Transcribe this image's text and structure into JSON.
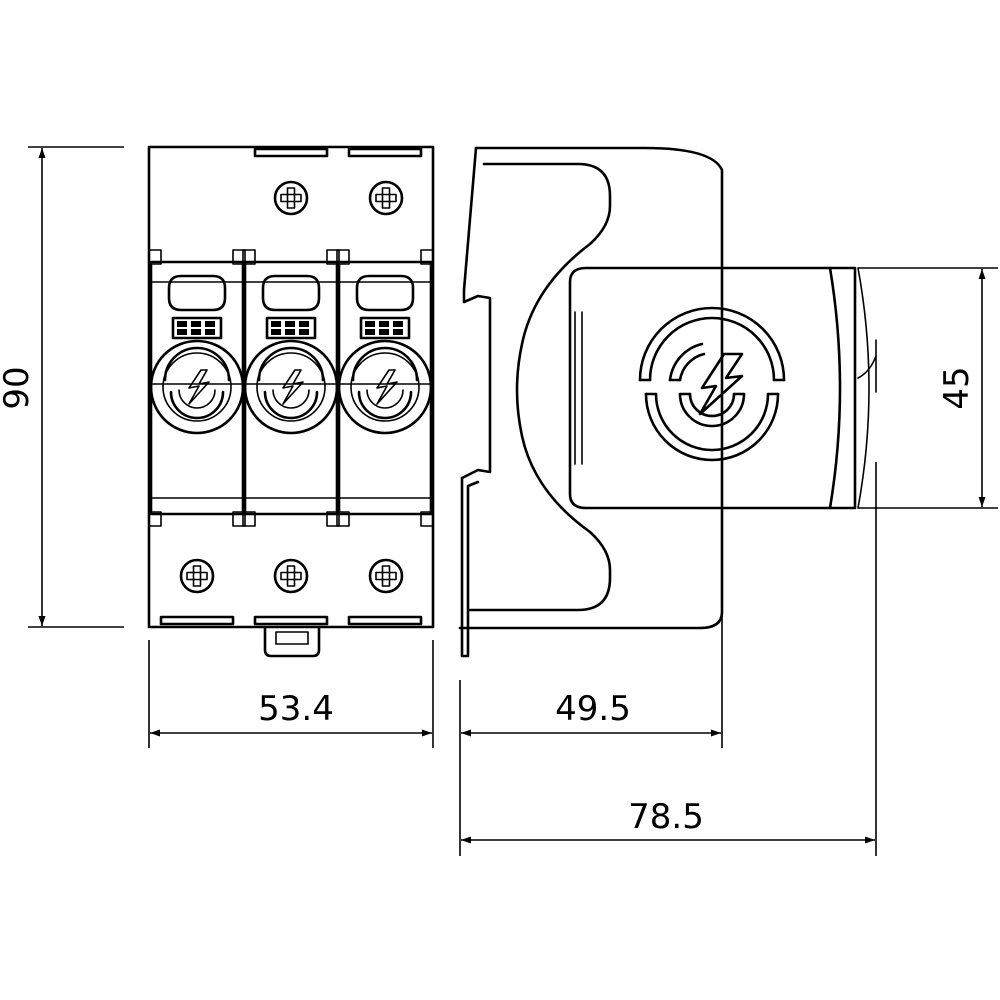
{
  "dimensions": {
    "height_total": "90",
    "width_front": "53.4",
    "depth_base": "49.5",
    "depth_total": "78.5",
    "height_cover": "45"
  }
}
